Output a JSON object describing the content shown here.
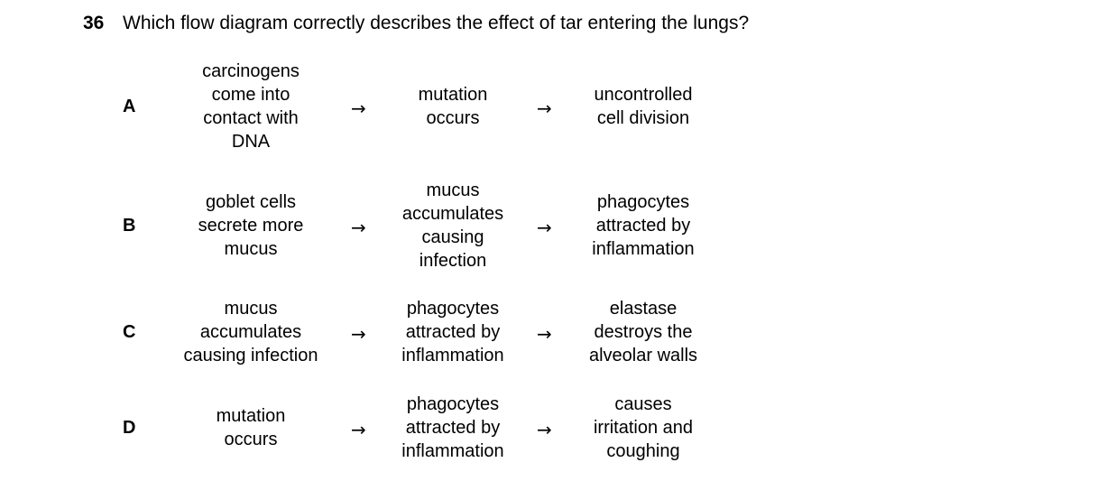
{
  "question": {
    "number": "36",
    "text": "Which flow diagram correctly describes the effect of tar entering the lungs?"
  },
  "arrow_symbol": "→",
  "options": [
    {
      "letter": "A",
      "steps": [
        [
          "carcinogens",
          "come into",
          "contact with",
          "DNA"
        ],
        [
          "mutation",
          "occurs"
        ],
        [
          "uncontrolled",
          "cell division"
        ]
      ]
    },
    {
      "letter": "B",
      "steps": [
        [
          "goblet cells",
          "secrete more",
          "mucus"
        ],
        [
          "mucus",
          "accumulates",
          "causing",
          "infection"
        ],
        [
          "phagocytes",
          "attracted by",
          "inflammation"
        ]
      ]
    },
    {
      "letter": "C",
      "steps": [
        [
          "mucus",
          "accumulates",
          "causing infection"
        ],
        [
          "phagocytes",
          "attracted by",
          "inflammation"
        ],
        [
          "elastase",
          "destroys the",
          "alveolar walls"
        ]
      ]
    },
    {
      "letter": "D",
      "steps": [
        [
          "mutation",
          "occurs"
        ],
        [
          "phagocytes",
          "attracted by",
          "inflammation"
        ],
        [
          "causes",
          "irritation and",
          "coughing"
        ]
      ]
    }
  ]
}
